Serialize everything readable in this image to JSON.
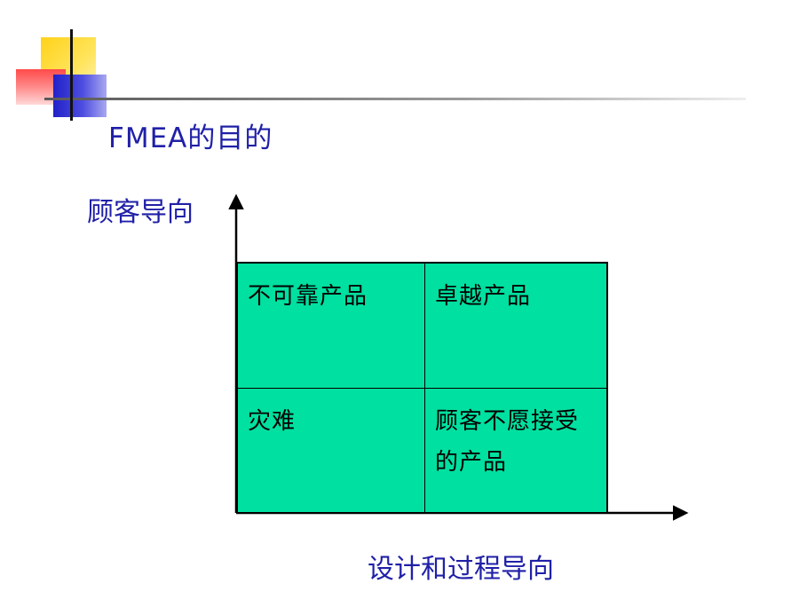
{
  "slide": {
    "title": "FMEA的目的",
    "y_axis_label": "顾客导向",
    "x_axis_label": "设计和过程导向"
  },
  "matrix": {
    "top_left": "不可靠产品",
    "top_right": "卓越产品",
    "bottom_left": "灾难",
    "bottom_right": "顾客不愿接受的产品"
  },
  "colors": {
    "heading_text": "#2020a8",
    "matrix_fill": "#00e0a0",
    "accent_yellow": "#ffd21a",
    "accent_red": "#ff4a4a",
    "accent_blue": "#2121c9"
  }
}
